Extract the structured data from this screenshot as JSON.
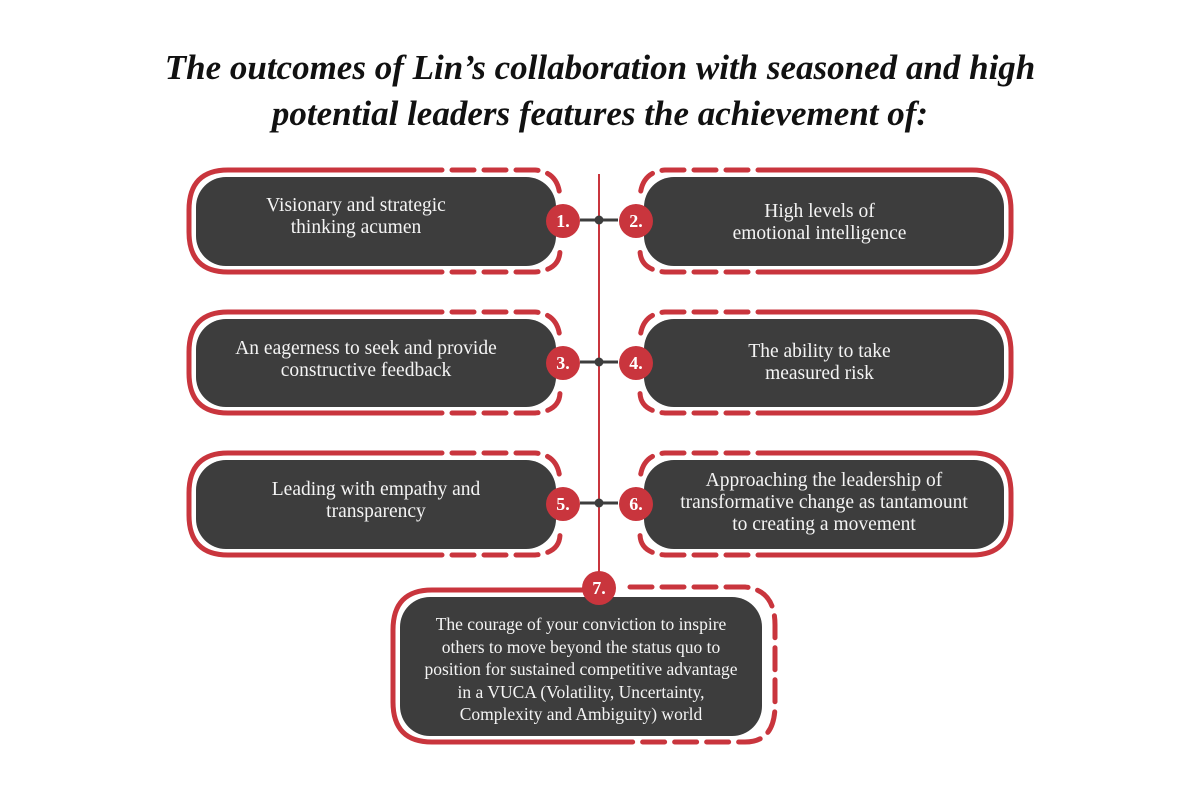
{
  "title": {
    "line1": "The outcomes of Lin’s collaboration with seasoned and high",
    "line2": "potential leaders features the achievement of:"
  },
  "colors": {
    "accent": "#c9353d",
    "box": "#3d3d3d",
    "text": "#f4f4f4"
  },
  "items": [
    {
      "number": "1.",
      "lines": [
        "Visionary and strategic",
        "thinking acumen"
      ]
    },
    {
      "number": "2.",
      "lines": [
        "High levels of",
        "emotional intelligence"
      ]
    },
    {
      "number": "3.",
      "lines": [
        "An eagerness to seek and provide",
        "constructive feedback"
      ]
    },
    {
      "number": "4.",
      "lines": [
        "The ability to take",
        "measured risk"
      ]
    },
    {
      "number": "5.",
      "lines": [
        "Leading with empathy and",
        "transparency"
      ]
    },
    {
      "number": "6.",
      "lines": [
        "Approaching the leadership of",
        "transformative change as tantamount",
        "to creating a movement"
      ]
    },
    {
      "number": "7.",
      "lines": [
        "The courage of your conviction to inspire",
        "others to move beyond the status quo to",
        "position for sustained competitive advantage",
        "in a VUCA  (Volatility, Uncertainty,",
        "Complexity and Ambiguity) world"
      ]
    }
  ]
}
